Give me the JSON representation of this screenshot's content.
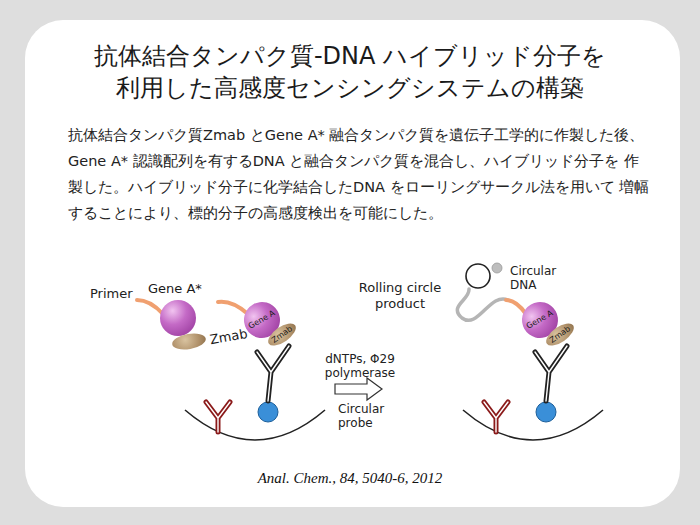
{
  "diagram": {
    "title": "抗体結合タンパク質-DNA ハイブリッド分子を 利用した高感度センシングシステムの構築",
    "caption": "Anal. Chem., 84, 5040-6, 2012",
    "nodes": [
      {
        "text": [
          "Gene A*"
        ]
      },
      {
        "text": [
          "Zmab"
        ]
      },
      {
        "text": [
          "Gene A"
        ]
      },
      {
        "text": [
          "Zmab"
        ]
      },
      {
        "text": [
          "Gene A"
        ]
      },
      {
        "text": [
          "Zmab"
        ]
      }
    ],
    "labels": [
      "抗体結合タンパク質Zmab とGene A* 融合タンパク質を遺伝子工学的に作製した後、 Gene A* 認識配列を有するDNA と融合タンパク質を混合し、ハイブリッド分子を 作製した。ハイブリッド分子に化学結合したDNA をローリングサークル法を用いて 増幅することにより、標的分子の高感度検出を可能にした。",
      "Primer",
      "Rolling circle product",
      "Circular DNA",
      "dNTPs, Φ29 polymerase",
      "Circular probe"
    ]
  }
}
